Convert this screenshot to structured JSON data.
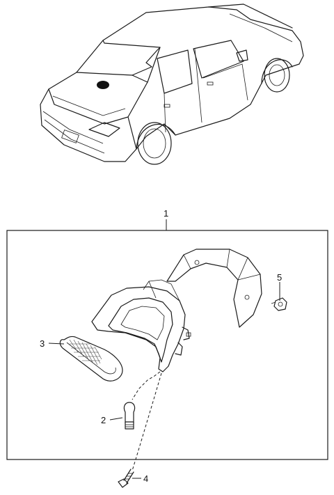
{
  "callouts": [
    {
      "id": "1",
      "label": "1"
    },
    {
      "id": "2",
      "label": "2"
    },
    {
      "id": "3",
      "label": "3"
    },
    {
      "id": "4",
      "label": "4"
    },
    {
      "id": "5",
      "label": "5"
    }
  ],
  "car_plate_text": ""
}
